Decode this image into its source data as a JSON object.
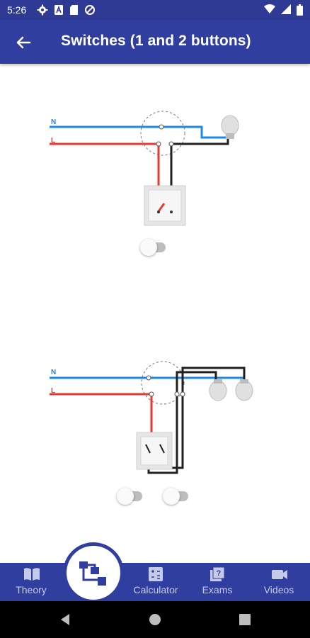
{
  "statusbar": {
    "time": "5:26"
  },
  "appbar": {
    "title": "Switches (1 and 2 buttons)"
  },
  "diagram1": {
    "label_n": "N",
    "label_l": "L"
  },
  "diagram2": {
    "label_n": "N",
    "label_l": "L"
  },
  "toggles": [
    {
      "on": false
    },
    {
      "on": false
    },
    {
      "on": false
    }
  ],
  "nav": {
    "theory": "Theory",
    "calculator": "Calculator",
    "exams": "Exams",
    "videos": "Videos"
  },
  "colors": {
    "primary": "#303f9f",
    "neutral_wire": "#1e88e5",
    "live_wire": "#e53935",
    "return_wire": "#212121"
  }
}
